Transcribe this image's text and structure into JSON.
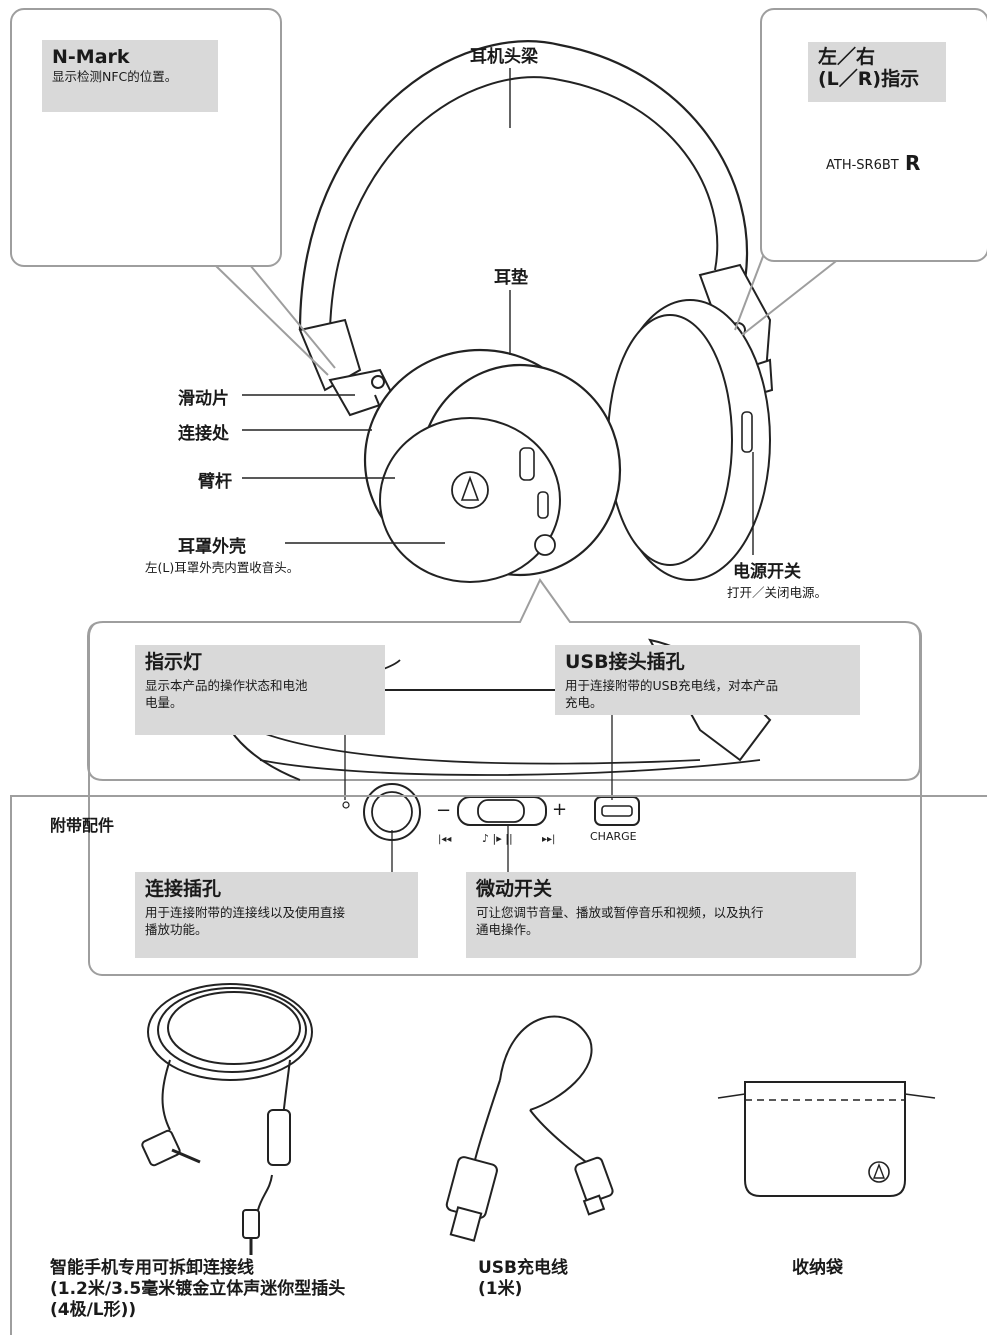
{
  "nfc": {
    "title": "N-Mark",
    "desc": "显示检测NFC的位置。"
  },
  "lr": {
    "title_line1": "左／右",
    "title_line2": "(L／R)指示",
    "model_text": "ATH-SR6BT",
    "r_letter": "R"
  },
  "parts": {
    "headband": "耳机头梁",
    "earpad": "耳垫",
    "slider": "滑动片",
    "joint": "连接处",
    "arm": "臂杆",
    "housing": {
      "title": "耳罩外壳",
      "desc": "左(L)耳罩外壳内置收音头。"
    },
    "power": {
      "title": "电源开关",
      "desc": "打开／关闭电源。"
    }
  },
  "detail": {
    "indicator": {
      "title": "指示灯",
      "desc_line1": "显示本产品的操作状态和电池",
      "desc_line2": "电量。"
    },
    "usb_port": {
      "title": "USB接头插孔",
      "desc_line1": "用于连接附带的USB充电线，对本产品",
      "desc_line2": "充电。"
    },
    "connection_jack": {
      "title": "连接插孔",
      "desc_line1": "用于连接附带的连接线以及使用直接",
      "desc_line2": "播放功能。"
    },
    "control_switch": {
      "title": "微动开关",
      "desc_line1": "可让您调节音量、播放或暂停音乐和视频，以及执行",
      "desc_line2": "通电操作。"
    },
    "charge_text": "CHARGE",
    "minus": "−",
    "plus": "+"
  },
  "accessories": {
    "heading": "附带配件",
    "cable": {
      "line1": "智能手机专用可拆卸连接线",
      "line2": "(1.2米/3.5毫米镀金立体声迷你型插头",
      "line3": "(4极/L形))"
    },
    "usb_cable": {
      "line1": "USB充电线",
      "line2": "(1米)"
    },
    "pouch": {
      "line1": "收纳袋"
    }
  }
}
